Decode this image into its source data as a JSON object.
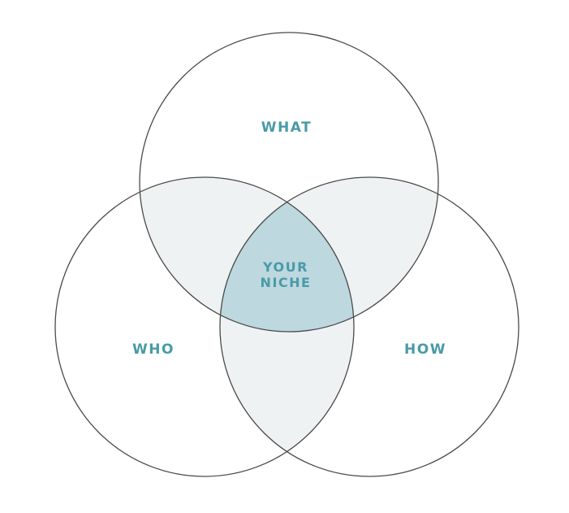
{
  "diagram": {
    "sets": [
      {
        "id": "top",
        "label": "WHAT"
      },
      {
        "id": "left",
        "label": "WHO"
      },
      {
        "id": "right",
        "label": "HOW"
      }
    ],
    "center_label_line1": "YOUR",
    "center_label_line2": "NICHE",
    "colors": {
      "label_text": "#4a9aa8",
      "circle_stroke": "#4a4a4a",
      "pairwise_fill": "#eef2f3",
      "center_fill": "#bdd8de",
      "background": "#ffffff"
    }
  }
}
